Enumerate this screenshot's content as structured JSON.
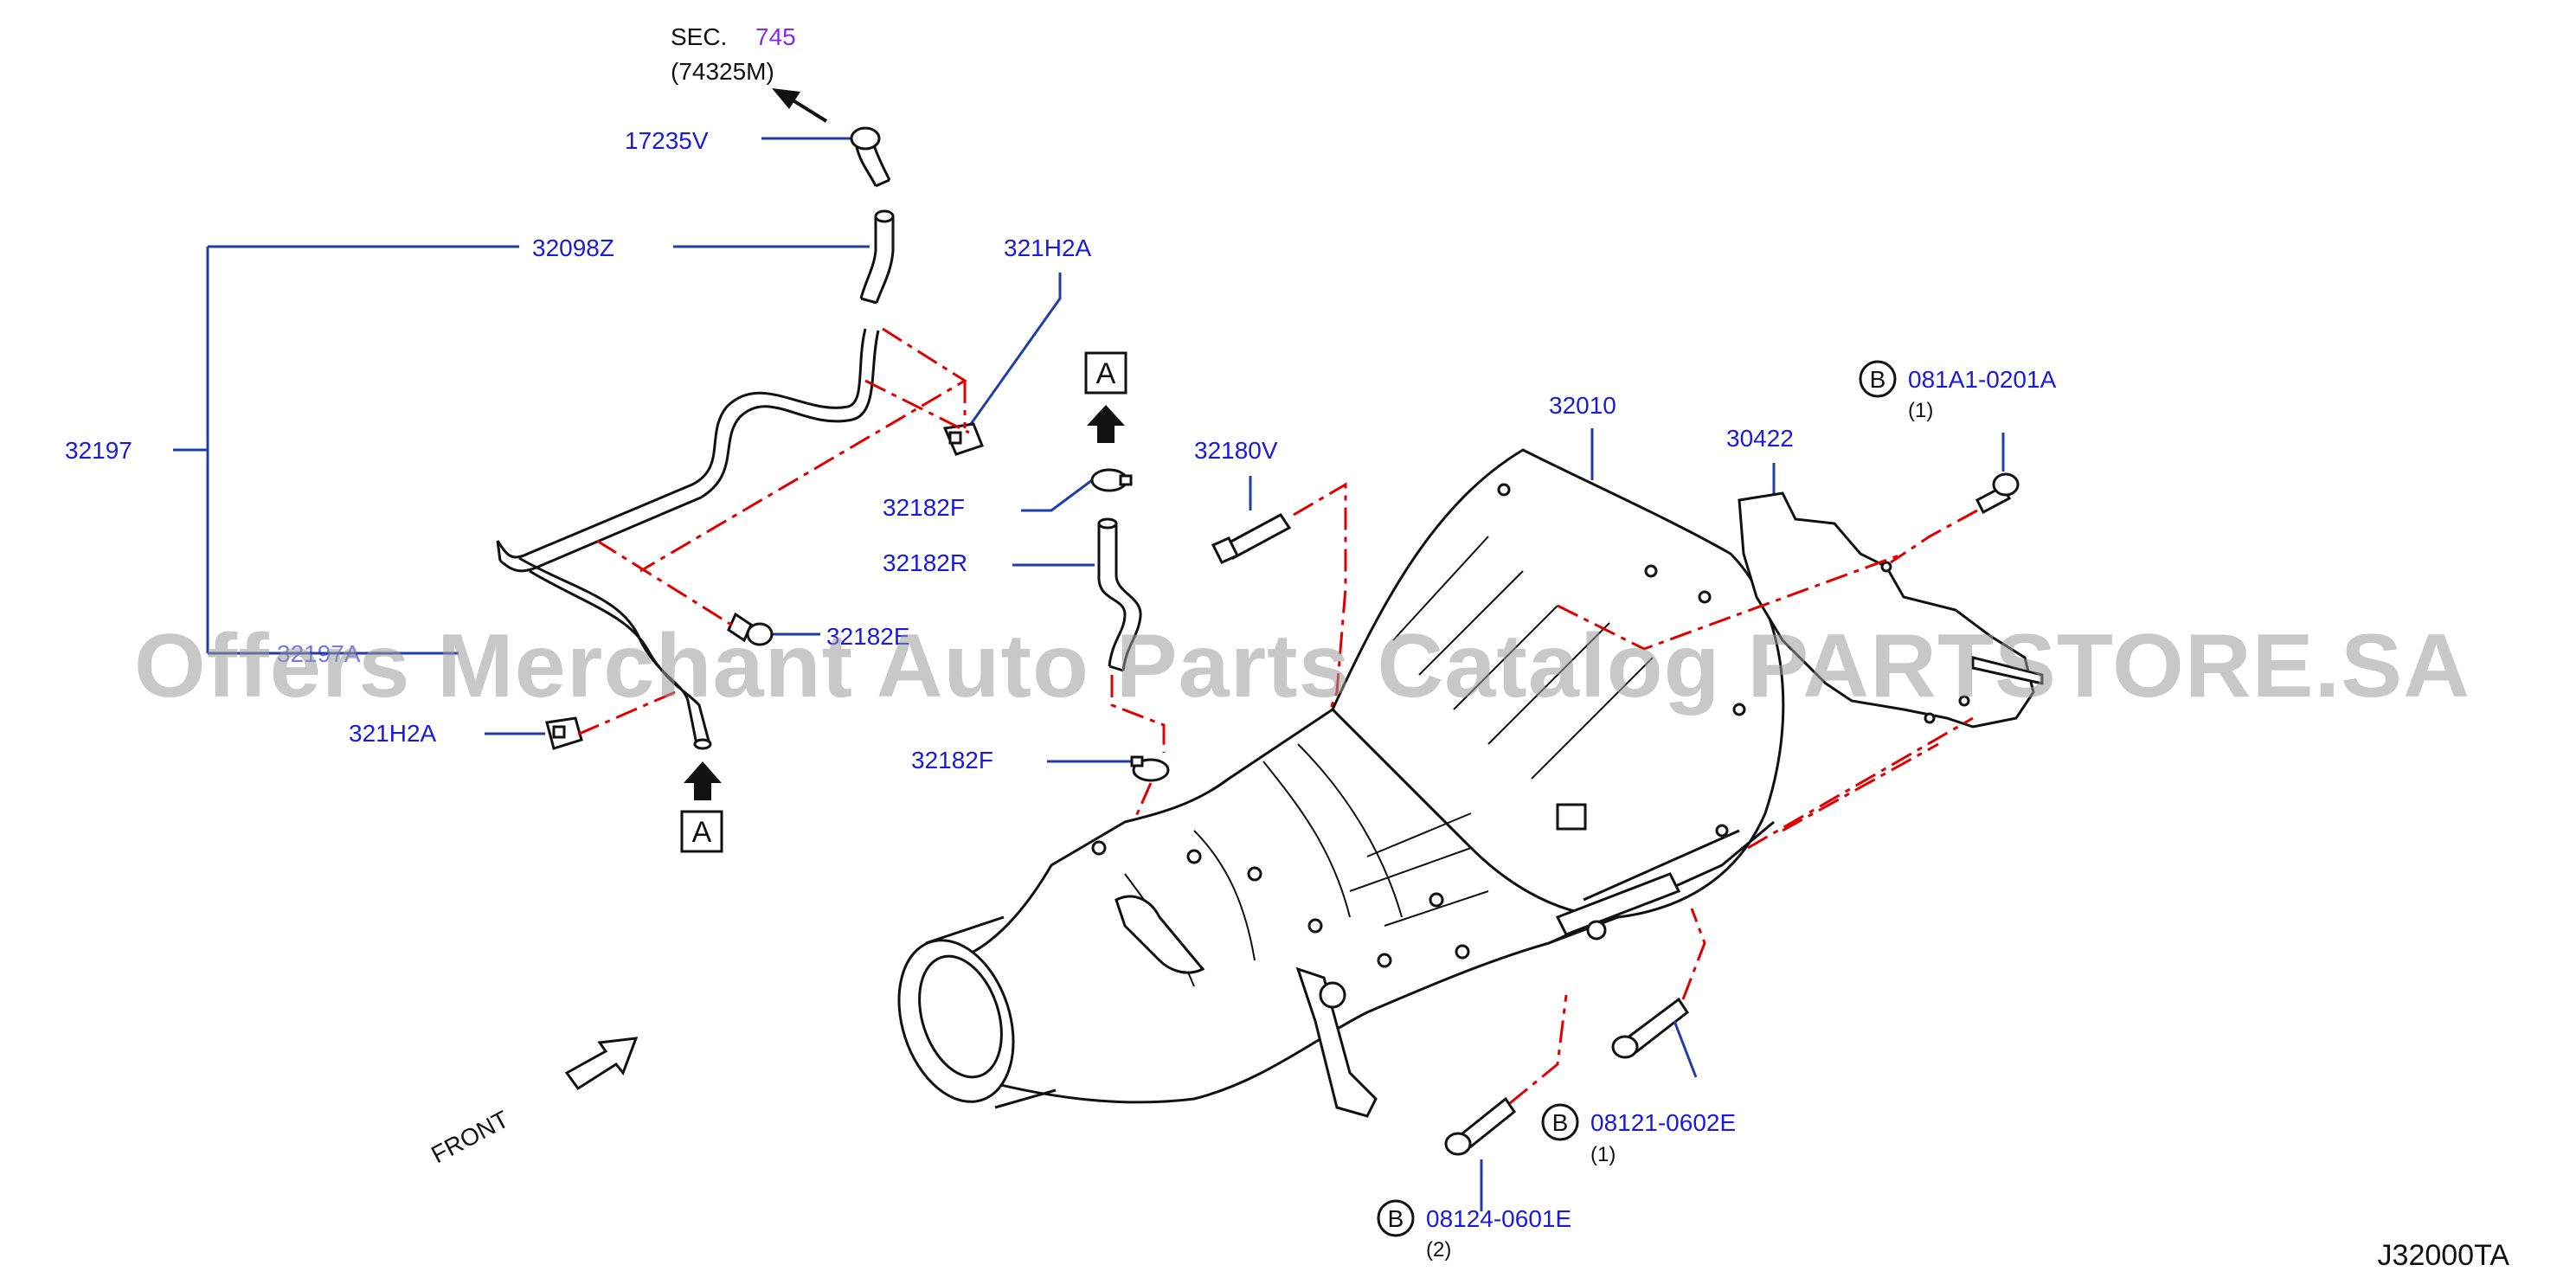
{
  "diagram_id": "J32000TA",
  "section_ref": {
    "prefix": "SEC.",
    "number": "745",
    "part": "(74325M)"
  },
  "watermark": "Offers Merchant Auto Parts Catalog PARTSTORE.SA",
  "front_label": "FRONT",
  "connector_label": "A",
  "bolt_marker": "B",
  "labels": {
    "p17235V": "17235V",
    "p32098Z": "32098Z",
    "p32197": "32197",
    "p321H2A_top": "321H2A",
    "p321H2A_bottom": "321H2A",
    "p32182E": "32182E",
    "p32182F_top": "32182F",
    "p32182F_bottom": "32182F",
    "p32182R": "32182R",
    "p32180V": "32180V",
    "p32010": "32010",
    "p30422": "30422",
    "p32197_hidden": "32197A"
  },
  "bolts": [
    {
      "code": "081A1-0201A",
      "qty": "(1)"
    },
    {
      "code": "08121-0602E",
      "qty": "(1)"
    },
    {
      "code": "08124-0601E",
      "qty": "(2)"
    }
  ],
  "colors": {
    "leader": "#1f3fa8",
    "label": "#1a1adc",
    "dash": "#e00000",
    "section_number": "#8a2be2"
  }
}
